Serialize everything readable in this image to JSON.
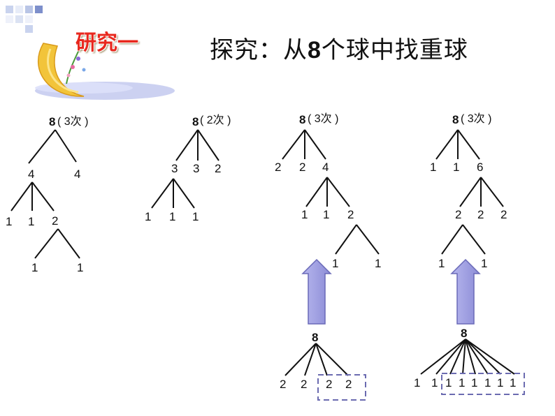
{
  "header": {
    "badge": "研究一",
    "title_prefix": "探究：从",
    "title_num": "8",
    "title_suffix": "个球中找重球"
  },
  "tree1": {
    "root": "8",
    "note": "( 3次 )",
    "l1": [
      "4",
      "4"
    ],
    "l2": [
      "1",
      "1",
      "2"
    ],
    "l3": [
      "1",
      "1"
    ]
  },
  "tree2": {
    "root": "8",
    "note": "( 2次 )",
    "l1": [
      "3",
      "3",
      "2"
    ],
    "l2": [
      "1",
      "1",
      "1"
    ]
  },
  "tree3": {
    "root": "8",
    "note": "( 3次 )",
    "l1": [
      "2",
      "2",
      "4"
    ],
    "l2": [
      "1",
      "1",
      "2"
    ],
    "l3": [
      "1",
      "1"
    ],
    "alt_root": "8",
    "alt_leaves": [
      "2",
      "2",
      "2",
      "2"
    ]
  },
  "tree4": {
    "root": "8",
    "note": "( 3次 )",
    "l1": [
      "1",
      "1",
      "6"
    ],
    "l2": [
      "2",
      "2",
      "2"
    ],
    "l3": [
      "1",
      "1"
    ],
    "alt_root": "8",
    "alt_leaves": [
      "1",
      "1",
      "1",
      "1",
      "1",
      "1",
      "1",
      "1"
    ]
  },
  "colors": {
    "arrow_fill": "#9999dd",
    "arrow_stroke": "#6a6ab8",
    "dash_box": "#6b6bb0",
    "badge": "#e8281e"
  }
}
